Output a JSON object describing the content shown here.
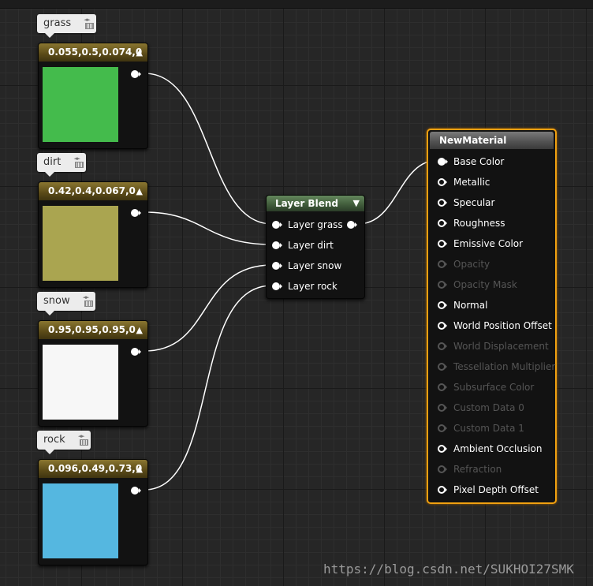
{
  "constant_nodes": [
    {
      "tag": "grass",
      "value": "0.055,0.5,0.074,0",
      "color": "#44bb4c"
    },
    {
      "tag": "dirt",
      "value": "0.42,0.4,0.067,0",
      "color": "#aaa550"
    },
    {
      "tag": "snow",
      "value": "0.95,0.95,0.95,0",
      "color": "#f7f7f7"
    },
    {
      "tag": "rock",
      "value": "0.096,0.49,0.73,0",
      "color": "#55b7e0"
    }
  ],
  "layer_blend": {
    "title": "Layer Blend",
    "inputs": [
      "Layer grass",
      "Layer dirt",
      "Layer snow",
      "Layer rock"
    ]
  },
  "material": {
    "title": "NewMaterial",
    "accent_color": "#f0a010",
    "pins": [
      {
        "label": "Base Color",
        "connected": true,
        "enabled": true
      },
      {
        "label": "Metallic",
        "connected": false,
        "enabled": true
      },
      {
        "label": "Specular",
        "connected": false,
        "enabled": true
      },
      {
        "label": "Roughness",
        "connected": false,
        "enabled": true
      },
      {
        "label": "Emissive Color",
        "connected": false,
        "enabled": true
      },
      {
        "label": "Opacity",
        "connected": false,
        "enabled": false
      },
      {
        "label": "Opacity Mask",
        "connected": false,
        "enabled": false
      },
      {
        "label": "Normal",
        "connected": false,
        "enabled": true
      },
      {
        "label": "World Position Offset",
        "connected": false,
        "enabled": true
      },
      {
        "label": "World Displacement",
        "connected": false,
        "enabled": false
      },
      {
        "label": "Tessellation Multiplier",
        "connected": false,
        "enabled": false
      },
      {
        "label": "Subsurface Color",
        "connected": false,
        "enabled": false
      },
      {
        "label": "Custom Data 0",
        "connected": false,
        "enabled": false
      },
      {
        "label": "Custom Data 1",
        "connected": false,
        "enabled": false
      },
      {
        "label": "Ambient Occlusion",
        "connected": false,
        "enabled": true
      },
      {
        "label": "Refraction",
        "connected": false,
        "enabled": false
      },
      {
        "label": "Pixel Depth Offset",
        "connected": false,
        "enabled": true
      }
    ]
  },
  "watermark": "https://blog.csdn.net/SUKHOI27SMK"
}
